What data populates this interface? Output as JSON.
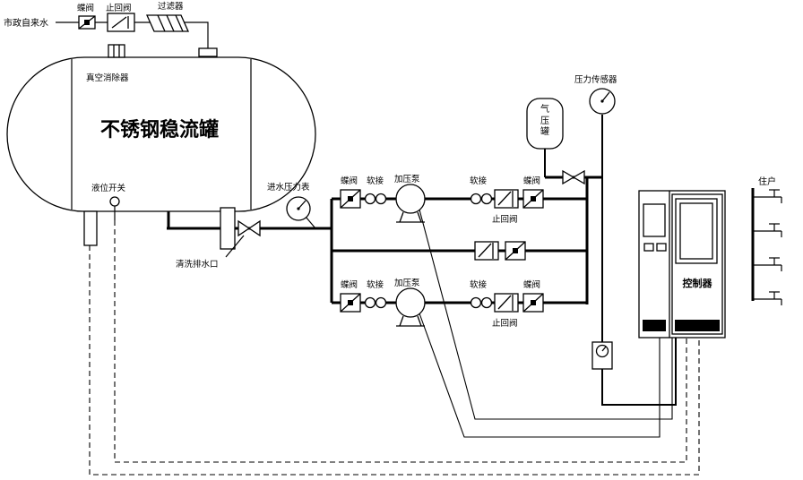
{
  "labels": {
    "municipal_water": "市政自来水",
    "butterfly_valve": "蝶阀",
    "check_valve": "止回阀",
    "filter": "过滤器",
    "vacuum_eliminator": "真空消除器",
    "tank_title": "不锈钢稳流罐",
    "level_switch": "液位开关",
    "drain_port": "清洗排水口",
    "inlet_pressure_gauge": "进水压力表",
    "soft_joint": "软接",
    "booster_pump": "加压泵",
    "air_pressure_tank": "气压罐",
    "pressure_sensor": "压力传感器",
    "controller": "控制器",
    "users": "住户"
  },
  "colors": {
    "line": "#000000",
    "background": "#ffffff"
  }
}
